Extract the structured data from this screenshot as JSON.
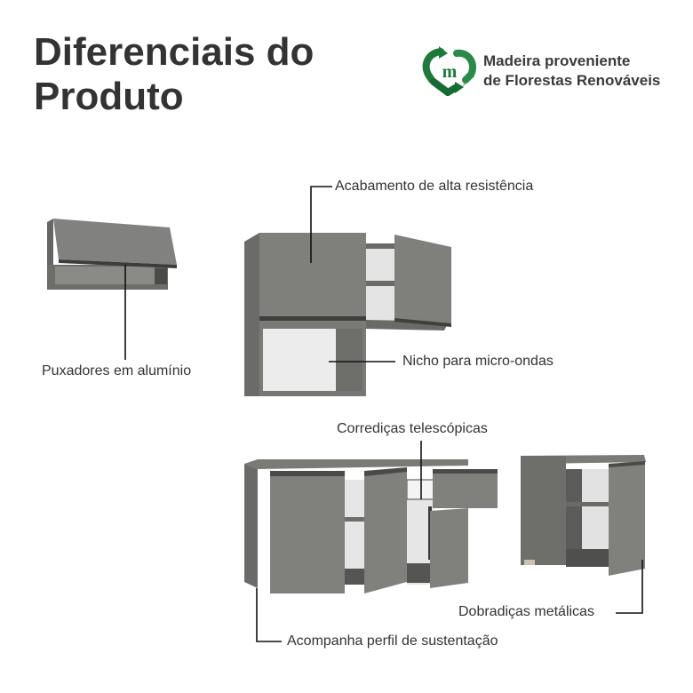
{
  "header": {
    "title_line1": "Diferenciais do",
    "title_line2": "Produto"
  },
  "badge": {
    "icon": "recycle-heart-m-icon",
    "line1": "Madeira proveniente",
    "line2": "de Florestas Renováveis",
    "brand_color": "#1e7a3c"
  },
  "features": [
    {
      "id": "puxadores",
      "label": "Puxadores em alumínio"
    },
    {
      "id": "acabamento",
      "label": "Acabamento de alta resistência"
    },
    {
      "id": "nicho",
      "label": "Nicho para micro-ondas"
    },
    {
      "id": "corredicas",
      "label": "Corrediças telescópicas"
    },
    {
      "id": "dobradicas",
      "label": "Dobradiças metálicas"
    },
    {
      "id": "perfil",
      "label": "Acompanha perfil de sustentação"
    }
  ],
  "colors": {
    "cabinet": "#7d7e7a",
    "cabinet_dark": "#5f605d",
    "interior": "#eeeeee",
    "line": "#111111"
  }
}
